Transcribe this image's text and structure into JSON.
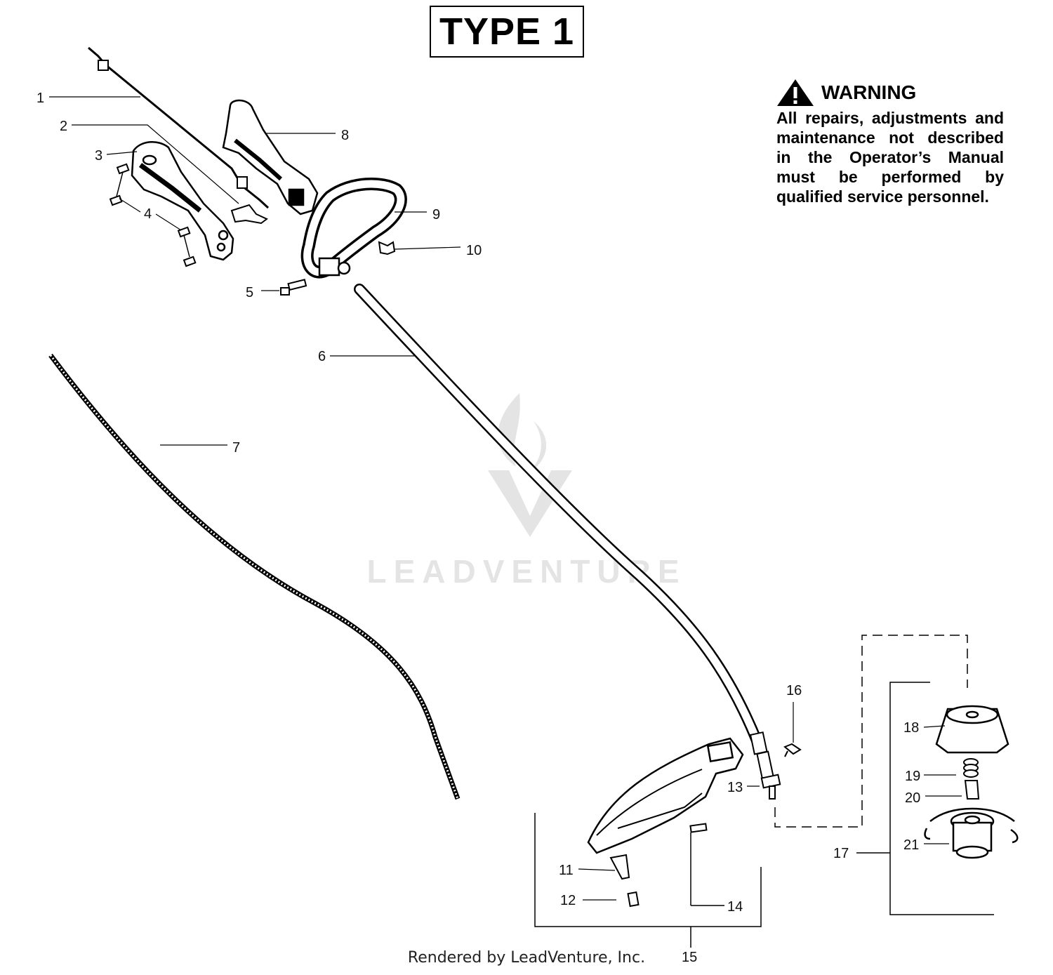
{
  "title": "TYPE 1",
  "warning": {
    "heading": "WARNING",
    "text": "All repairs, adjustments and maintenance not described in the Operator’s Manual must be performed by qualified service personnel."
  },
  "watermark": "LEADVENTURE",
  "footer": "Rendered by LeadVenture, Inc.",
  "callouts": {
    "c1": "1",
    "c2": "2",
    "c3": "3",
    "c4": "4",
    "c5": "5",
    "c6": "6",
    "c7": "7",
    "c8": "8",
    "c9": "9",
    "c10": "10",
    "c11": "11",
    "c12": "12",
    "c13": "13",
    "c14": "14",
    "c15": "15",
    "c16": "16",
    "c17": "17",
    "c18": "18",
    "c19": "19",
    "c20": "20",
    "c21": "21"
  },
  "icons": {
    "warning": "warning-triangle-icon"
  }
}
